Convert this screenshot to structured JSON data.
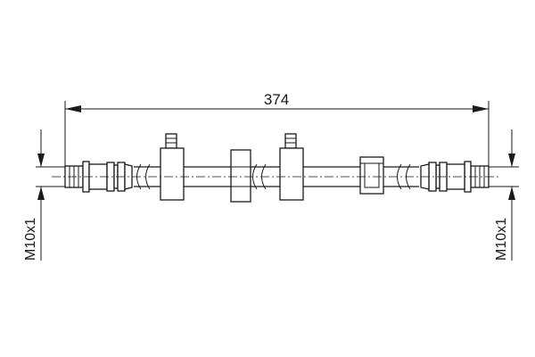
{
  "drawing": {
    "overall_length": "374",
    "left_thread": "M10x1",
    "right_thread": "M10x1",
    "line_color": "#1a1a1a",
    "background": "#ffffff"
  }
}
